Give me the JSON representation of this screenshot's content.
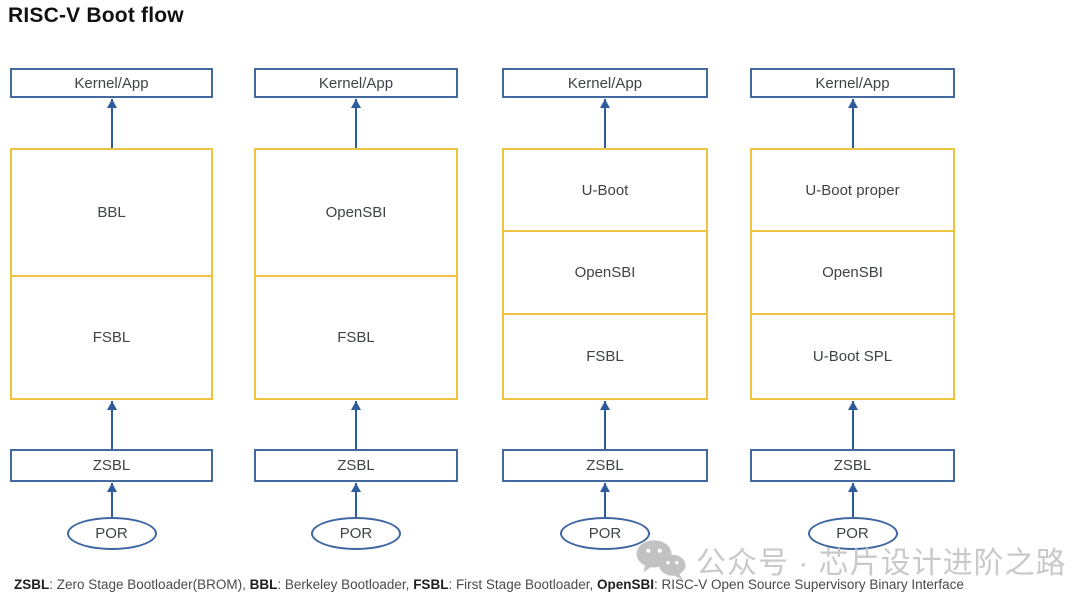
{
  "title": "RISC-V Boot flow",
  "columns": [
    {
      "kernel": "Kernel/App",
      "stack": [
        "BBL",
        "FSBL"
      ],
      "zsbl": "ZSBL",
      "por": "POR"
    },
    {
      "kernel": "Kernel/App",
      "stack": [
        "OpenSBI",
        "FSBL"
      ],
      "zsbl": "ZSBL",
      "por": "POR"
    },
    {
      "kernel": "Kernel/App",
      "stack": [
        "U-Boot",
        "OpenSBI",
        "FSBL"
      ],
      "zsbl": "ZSBL",
      "por": "POR"
    },
    {
      "kernel": "Kernel/App",
      "stack": [
        "U-Boot proper",
        "OpenSBI",
        "U-Boot SPL"
      ],
      "zsbl": "ZSBL",
      "por": "POR"
    }
  ],
  "legend": {
    "items": [
      {
        "term": "ZSBL",
        "def": ": Zero Stage Bootloader(BROM), "
      },
      {
        "term": "BBL",
        "def": ": Berkeley Bootloader, "
      },
      {
        "term": "FSBL",
        "def": ": First Stage Bootloader, "
      },
      {
        "term": "OpenSBI",
        "def": ": RISC-V Open Source Supervisory Binary Interface"
      }
    ]
  },
  "watermark": {
    "icon": "wechat-icon",
    "text": "公众号 · 芯片设计进阶之路"
  },
  "colors": {
    "box_border_blue": "#44699e",
    "arrow_blue": "#2e5b9b",
    "stack_border_yellow": "#eec33f",
    "label_text": "#404347",
    "watermark_gray": "#c5c5c5"
  }
}
